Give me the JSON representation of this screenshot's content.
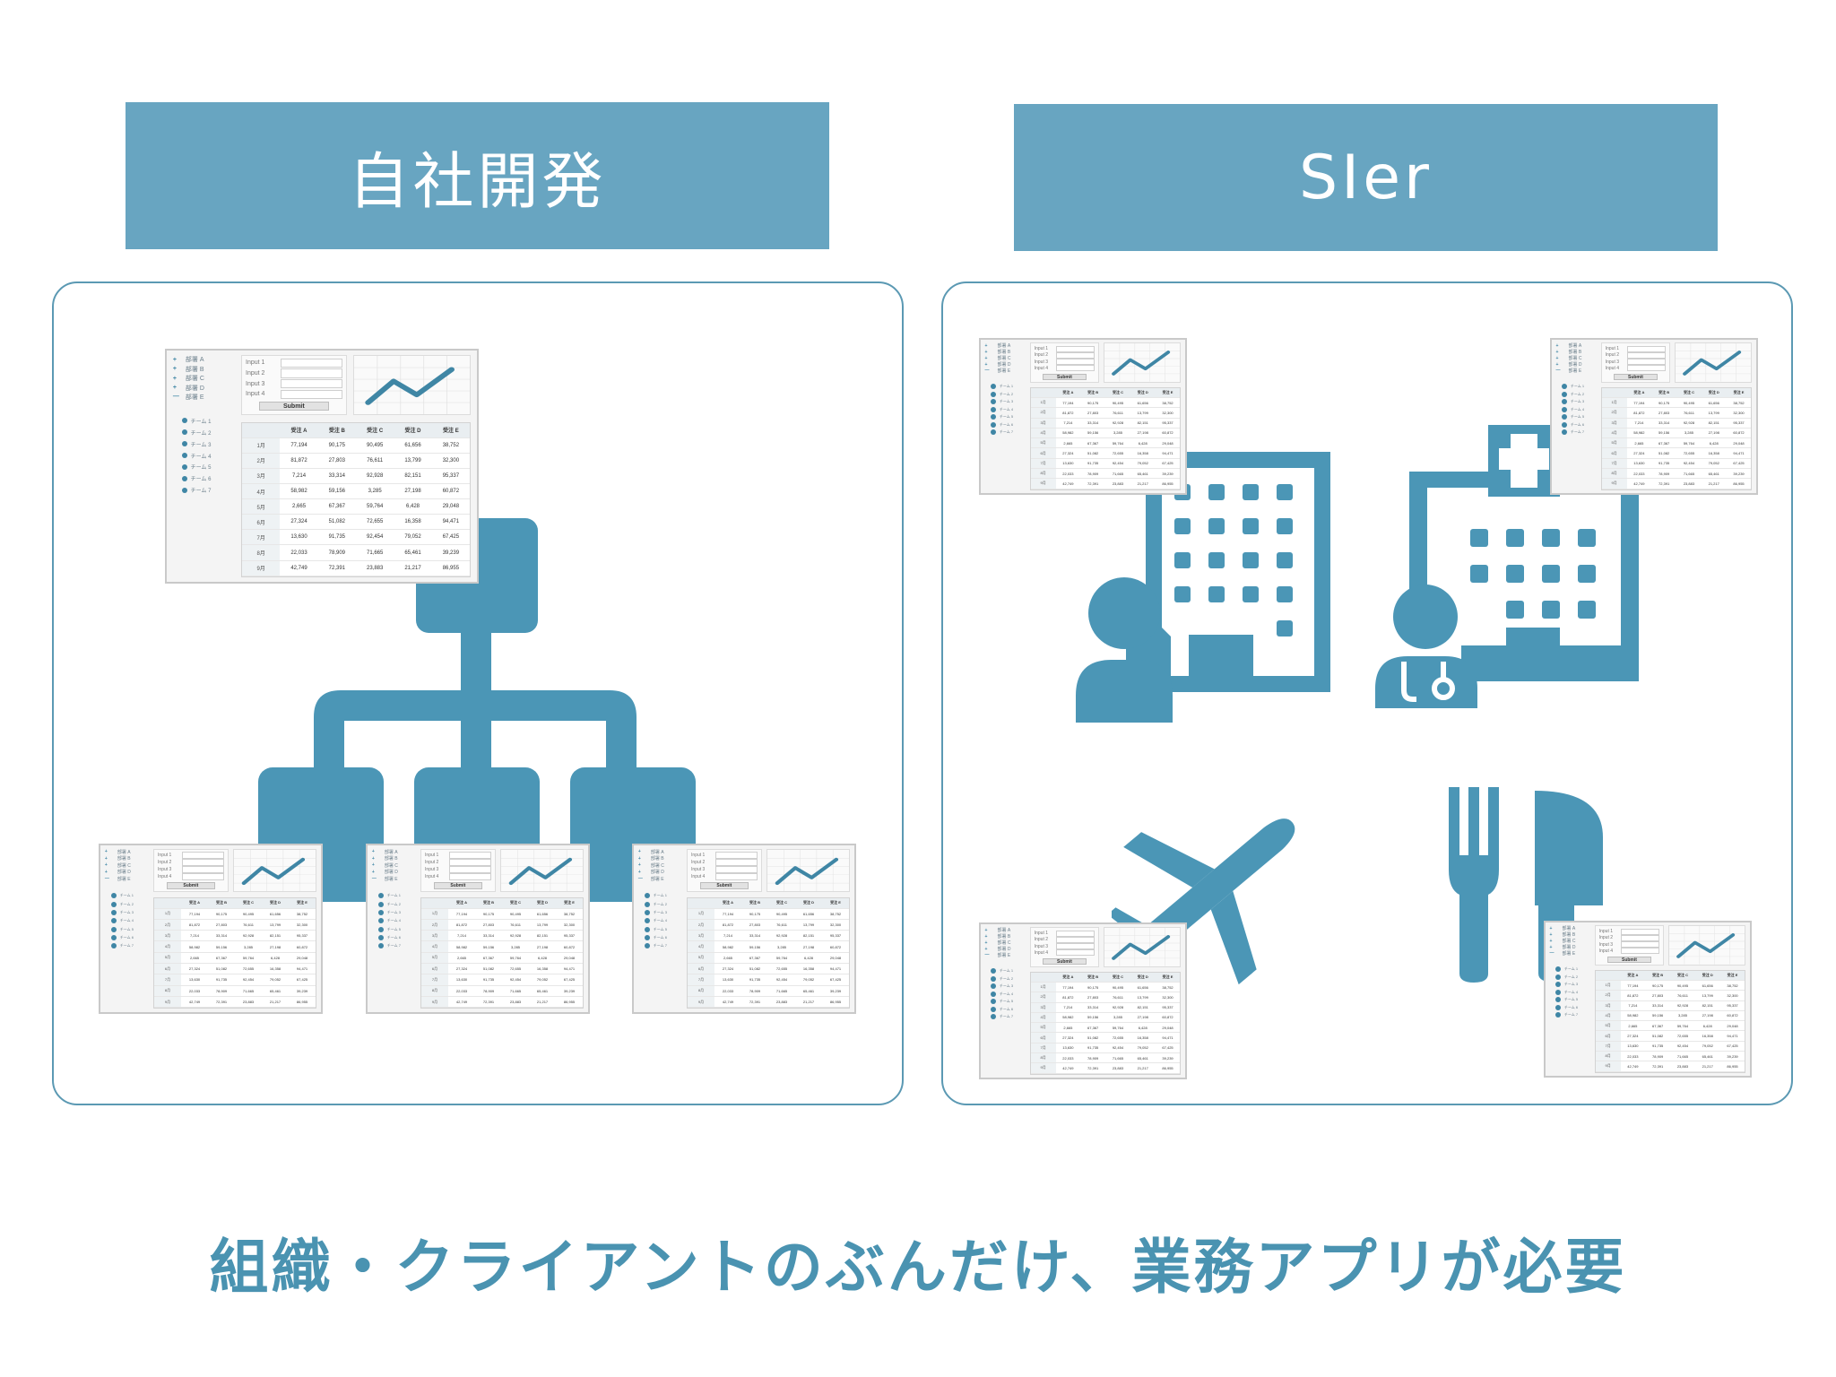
{
  "left": {
    "title": "自社開発"
  },
  "right": {
    "title": "SIer"
  },
  "footer": {
    "caption": "組織・クライアントのぶんだけ、業務アプリが必要"
  },
  "colors": {
    "banner": "#68a5c1",
    "icon": "#4b96b6",
    "panel_border": "#5b99b3",
    "caption": "#4a93b1"
  },
  "icons": {
    "left": [
      "org-chart-icon"
    ],
    "right": [
      "office-building-person-icon",
      "hospital-doctor-icon",
      "airplane-icon",
      "fork-knife-icon"
    ]
  },
  "app_card": {
    "tree_groups": [
      "部署 A",
      "部署 B",
      "部署 C",
      "部署 D",
      "部署 E"
    ],
    "tree_children": [
      "チーム 1",
      "チーム 2",
      "チーム 3",
      "チーム 4",
      "チーム 5",
      "チーム 6",
      "チーム 7"
    ],
    "inputs": [
      "Input 1",
      "Input 2",
      "Input 3",
      "Input 4"
    ],
    "submit_label": "Submit",
    "columns": [
      "受注 A",
      "受注 B",
      "受注 C",
      "受注 D",
      "受注 E"
    ],
    "rows": [
      {
        "month": "1月",
        "values": [
          "77,194",
          "90,175",
          "90,495",
          "61,656",
          "38,752"
        ]
      },
      {
        "month": "2月",
        "values": [
          "81,872",
          "27,803",
          "76,611",
          "13,799",
          "32,300"
        ]
      },
      {
        "month": "3月",
        "values": [
          "7,214",
          "33,314",
          "92,928",
          "82,151",
          "95,337"
        ]
      },
      {
        "month": "4月",
        "values": [
          "58,982",
          "59,156",
          "3,285",
          "27,198",
          "60,872"
        ]
      },
      {
        "month": "5月",
        "values": [
          "2,665",
          "67,367",
          "59,764",
          "6,428",
          "29,048"
        ]
      },
      {
        "month": "6月",
        "values": [
          "27,324",
          "51,082",
          "72,655",
          "16,358",
          "94,471"
        ]
      },
      {
        "month": "7月",
        "values": [
          "13,630",
          "91,735",
          "92,454",
          "79,052",
          "67,425"
        ]
      },
      {
        "month": "8月",
        "values": [
          "22,033",
          "78,909",
          "71,665",
          "65,461",
          "39,239"
        ]
      },
      {
        "month": "9月",
        "values": [
          "42,749",
          "72,391",
          "23,883",
          "21,217",
          "86,955"
        ]
      }
    ]
  }
}
